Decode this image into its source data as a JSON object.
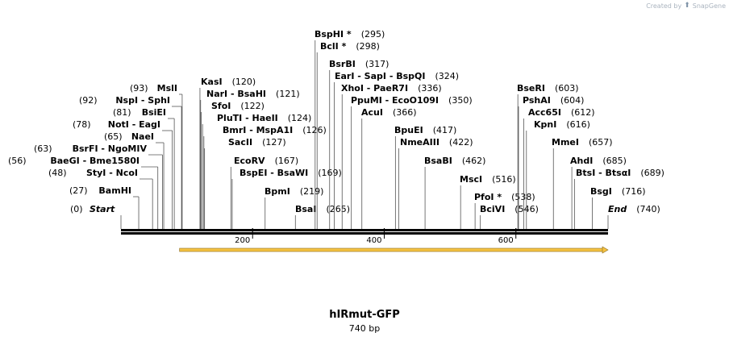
{
  "credit": {
    "text": "Created by",
    "brand": "SnapGene"
  },
  "map": {
    "name": "hIRmut-GFP",
    "length_label": "740 bp",
    "length": 740,
    "backbone_color": "#000000",
    "feature_color": "#f5c242",
    "feature_outline": "#8a6a1a",
    "feature": {
      "start": 89,
      "end": 740,
      "direction": "forward"
    },
    "ticks": [
      {
        "label": "200",
        "value": 200
      },
      {
        "label": "400",
        "value": 400
      },
      {
        "label": "600",
        "value": 600
      }
    ],
    "sites": [
      {
        "name": "Start",
        "pos": "(0)",
        "bp": 0,
        "special": true,
        "side": "right"
      },
      {
        "name": "BamHI",
        "pos": "(27)",
        "bp": 27,
        "side": "left"
      },
      {
        "name": "StyI  -  NcoI",
        "pos": "(48)",
        "bp": 48,
        "side": "left"
      },
      {
        "name": "BaeGI  -  Bme1580I",
        "pos": "(56)",
        "bp": 56,
        "side": "left"
      },
      {
        "name": "BsrFI  -  NgoMIV",
        "pos": "(63)",
        "bp": 63,
        "side": "left"
      },
      {
        "name": "NaeI",
        "pos": "(65)",
        "bp": 65,
        "side": "left"
      },
      {
        "name": "NotI  -  EagI",
        "pos": "(78)",
        "bp": 78,
        "side": "left"
      },
      {
        "name": "BsiEI",
        "pos": "(81)",
        "bp": 81,
        "side": "left"
      },
      {
        "name": "NspI  -  SphI",
        "pos": "(92)",
        "bp": 92,
        "side": "left"
      },
      {
        "name": "MslI",
        "pos": "(93)",
        "bp": 93,
        "side": "left"
      },
      {
        "name": "KasI",
        "pos": "(120)",
        "bp": 120,
        "side": "right"
      },
      {
        "name": "NarI  -  BsaHI",
        "pos": "(121)",
        "bp": 121,
        "side": "right"
      },
      {
        "name": "SfoI",
        "pos": "(122)",
        "bp": 122,
        "side": "right"
      },
      {
        "name": "PluTI  -  HaeII",
        "pos": "(124)",
        "bp": 124,
        "side": "right"
      },
      {
        "name": "BmrI  -  MspA1I",
        "pos": "(126)",
        "bp": 126,
        "side": "right"
      },
      {
        "name": "SacII",
        "pos": "(127)",
        "bp": 127,
        "side": "right"
      },
      {
        "name": "EcoRV",
        "pos": "(167)",
        "bp": 167,
        "side": "right"
      },
      {
        "name": "BspEI  -  BsaWI",
        "pos": "(169)",
        "bp": 169,
        "side": "right"
      },
      {
        "name": "BpmI",
        "pos": "(219)",
        "bp": 219,
        "side": "right"
      },
      {
        "name": "BsaI",
        "pos": "(265)",
        "bp": 265,
        "side": "right"
      },
      {
        "name": "BspHI *",
        "pos": "(295)",
        "bp": 295,
        "side": "right"
      },
      {
        "name": "BclI *",
        "pos": "(298)",
        "bp": 298,
        "side": "right"
      },
      {
        "name": "BsrBI",
        "pos": "(317)",
        "bp": 317,
        "side": "right"
      },
      {
        "name": "EarI  -  SapI  -  BspQI",
        "pos": "(324)",
        "bp": 324,
        "side": "right"
      },
      {
        "name": "XhoI  -  PaeR7I",
        "pos": "(336)",
        "bp": 336,
        "side": "right"
      },
      {
        "name": "PpuMI  -  EcoO109I",
        "pos": "(350)",
        "bp": 350,
        "side": "right"
      },
      {
        "name": "AcuI",
        "pos": "(366)",
        "bp": 366,
        "side": "right"
      },
      {
        "name": "BpuEI",
        "pos": "(417)",
        "bp": 417,
        "side": "right"
      },
      {
        "name": "NmeAIII",
        "pos": "(422)",
        "bp": 422,
        "side": "right"
      },
      {
        "name": "BsaBI",
        "pos": "(462)",
        "bp": 462,
        "side": "right"
      },
      {
        "name": "MscI",
        "pos": "(516)",
        "bp": 516,
        "side": "right"
      },
      {
        "name": "PfoI *",
        "pos": "(538)",
        "bp": 538,
        "side": "right"
      },
      {
        "name": "BciVI",
        "pos": "(546)",
        "bp": 546,
        "side": "right"
      },
      {
        "name": "BseRI",
        "pos": "(603)",
        "bp": 603,
        "side": "right"
      },
      {
        "name": "PshAI",
        "pos": "(604)",
        "bp": 604,
        "side": "right"
      },
      {
        "name": "Acc65I",
        "pos": "(612)",
        "bp": 612,
        "side": "right"
      },
      {
        "name": "KpnI",
        "pos": "(616)",
        "bp": 616,
        "side": "right"
      },
      {
        "name": "MmeI",
        "pos": "(657)",
        "bp": 657,
        "side": "right"
      },
      {
        "name": "AhdI",
        "pos": "(685)",
        "bp": 685,
        "side": "right"
      },
      {
        "name": "BtsI  -  BtsαI",
        "pos": "(689)",
        "bp": 689,
        "side": "right"
      },
      {
        "name": "BsgI",
        "pos": "(716)",
        "bp": 716,
        "side": "right"
      },
      {
        "name": "End",
        "pos": "(740)",
        "bp": 740,
        "special": true,
        "side": "right"
      }
    ]
  }
}
